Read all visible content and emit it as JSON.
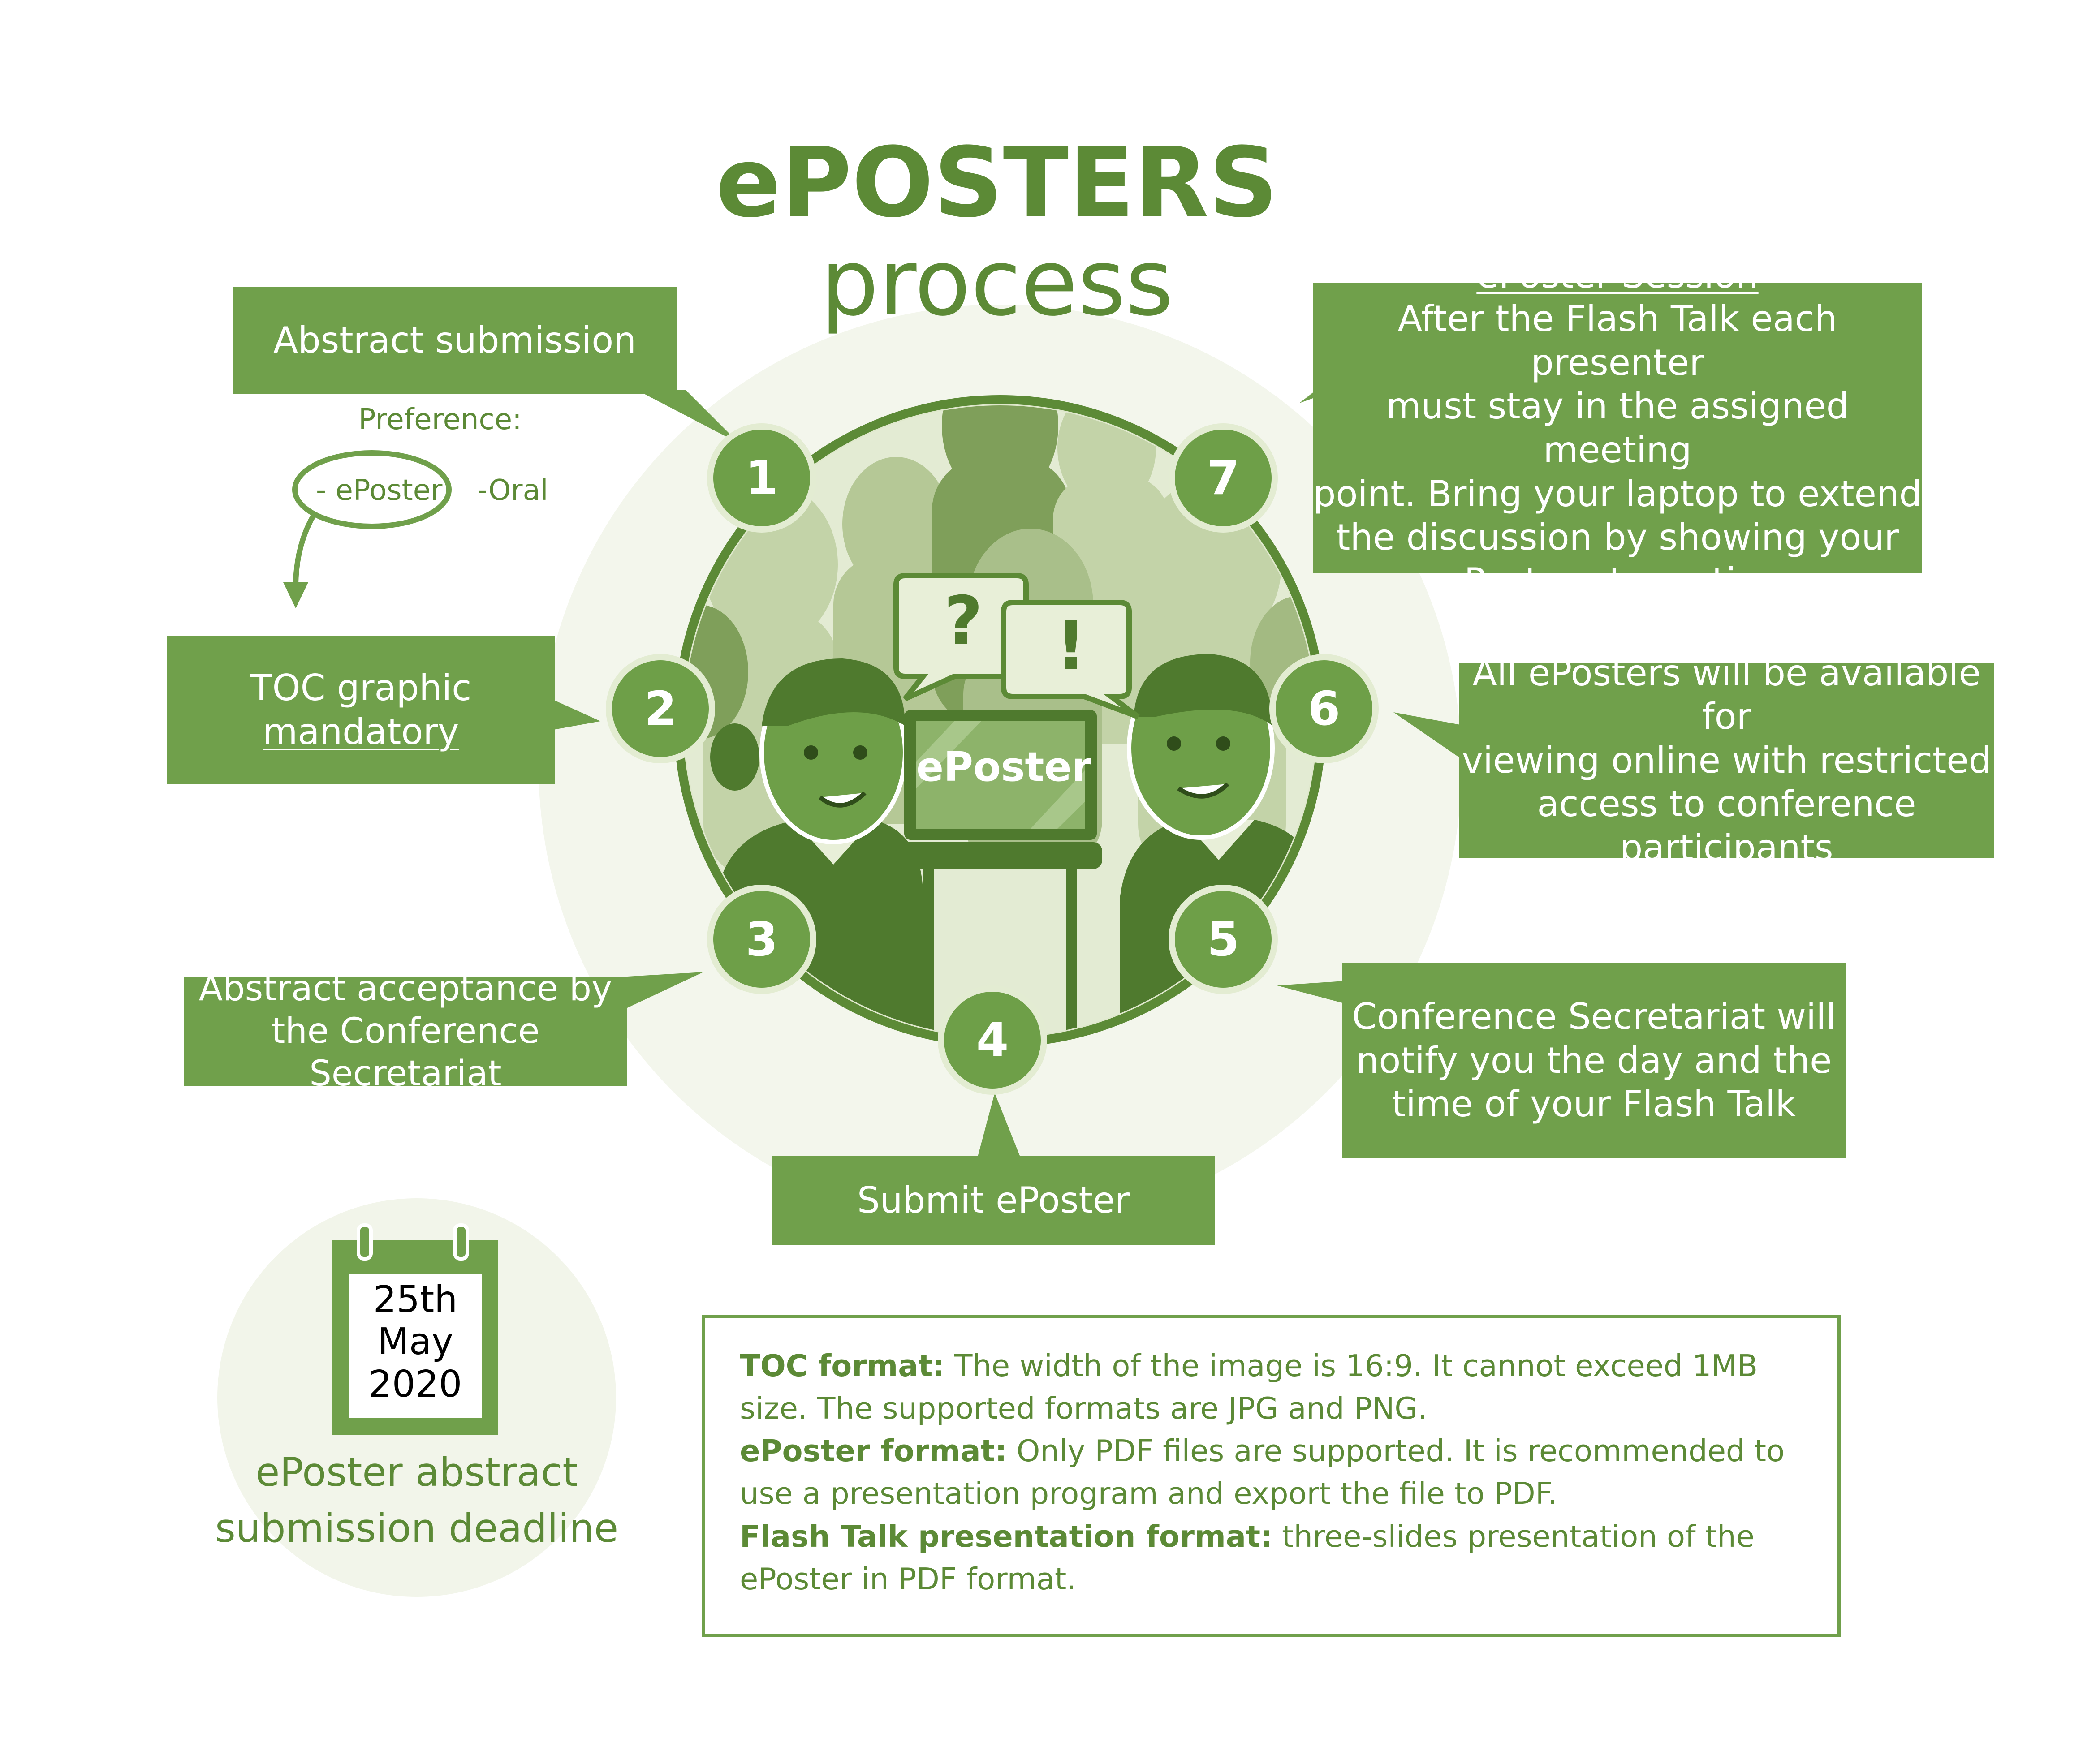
{
  "title": {
    "line1": "ePOSTERS",
    "line2": "process"
  },
  "steps": {
    "s1": {
      "number": "1",
      "text": "Abstract submission"
    },
    "s2": {
      "number": "2",
      "line1": "TOC graphic",
      "line2": "mandatory"
    },
    "s3": {
      "number": "3",
      "line1": "Abstract acceptance by",
      "line2": "the Conference Secretariat"
    },
    "s4": {
      "number": "4",
      "text": "Submit ePoster"
    },
    "s5": {
      "number": "5",
      "line1": "Conference Secretariat will",
      "line2": "notify you the day and the",
      "line3": "time of your Flash Talk"
    },
    "s6": {
      "number": "6",
      "line1": "All ePosters will be available for",
      "line2": "viewing online with restricted",
      "line3": "access to conference participants"
    },
    "s7": {
      "number": "7",
      "heading": "ePoster Session",
      "line1": "After the Flash Talk each presenter",
      "line2": "must stay in the assigned meeting",
      "line3": "point. Bring your laptop to extend",
      "line4": "the discussion by showing your",
      "line5": "ePoster at any time"
    }
  },
  "preference": {
    "label": "Preference:",
    "option1": "- ePoster",
    "option2": "-Oral"
  },
  "illustration": {
    "screen_label": "ePoster",
    "bubble1": "?",
    "bubble2": "!"
  },
  "deadline": {
    "day": "25th",
    "month": "May",
    "year": "2020",
    "caption1": "ePoster abstract",
    "caption2": "submission deadline"
  },
  "formats": {
    "toc_label": "TOC format:",
    "toc_text": "The width of the image is 16:9. It cannot exceed 1MB size. The supported formats are JPG and PNG.",
    "eposter_label": "ePoster format:",
    "eposter_text": "Only PDF files are supported. It is recommended to use a presentation program and export the file to PDF.",
    "flash_label": "Flash Talk presentation format:",
    "flash_text": "three-slides presentation of the ePoster in PDF format."
  },
  "colors": {
    "primary": "#70a04b",
    "dark": "#5c8a36",
    "light_bg": "#f2f5ea",
    "pale": "#cfdcb6"
  }
}
